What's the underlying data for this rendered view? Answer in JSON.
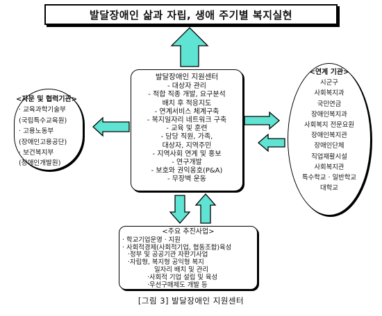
{
  "title": "발달장애인 삶과 자립, 생애 주기별 복지실현",
  "center": {
    "heading": "발달장애인 지원센터",
    "items": [
      "- 대상자 관리",
      "- 적합 직종 개발, 요구분석",
      "배치 후 적응지도",
      "- 연계서비스 체계구축",
      "- 복지일자리 네트워크 구축",
      "- 교육 및 훈련",
      "- 담당 직원, 가족,",
      "대상자, 지역주민",
      "- 지역사회 연계 및 홍보",
      "- 연구개발",
      "- 보호와 권익옹호(P&A)",
      "- 무장벽 운동"
    ]
  },
  "advisory": {
    "heading": "<자문 및 협력기관>",
    "items": [
      "· 교육과학기술부",
      "(국립특수교육원)",
      "· 고용노동부",
      "(장애인고용공단)",
      "· 보건복지부",
      "(장애인개발원)"
    ]
  },
  "linked": {
    "heading": "<연계 기관>",
    "items": [
      "시군구",
      "사회복지과",
      "국민연금",
      "장애인복지과",
      "사회복지 전문요원",
      "장애인복지관",
      "장애인단체",
      "직업재활시설",
      "사회복지관",
      "특수학교 · 일반학교",
      "대학교"
    ]
  },
  "projects": {
    "heading": "<주요 추진사업>",
    "items": [
      "· 학교기업운영 · 지원",
      "· 사회적경제(사회적기업, 협동조합)육성",
      "·정부 및 공공기관 자판기사업",
      "·자립형, 복지형 공익형 복지",
      "일자리 배치 및 관리",
      "·사회적 기업 설립 및 육성",
      "·우선구매제도 개발 등"
    ]
  },
  "caption": "[그림 3] 발달장애인 지원센터",
  "colors": {
    "arrow_fill": "#5fe3d2",
    "border": "#000000"
  }
}
